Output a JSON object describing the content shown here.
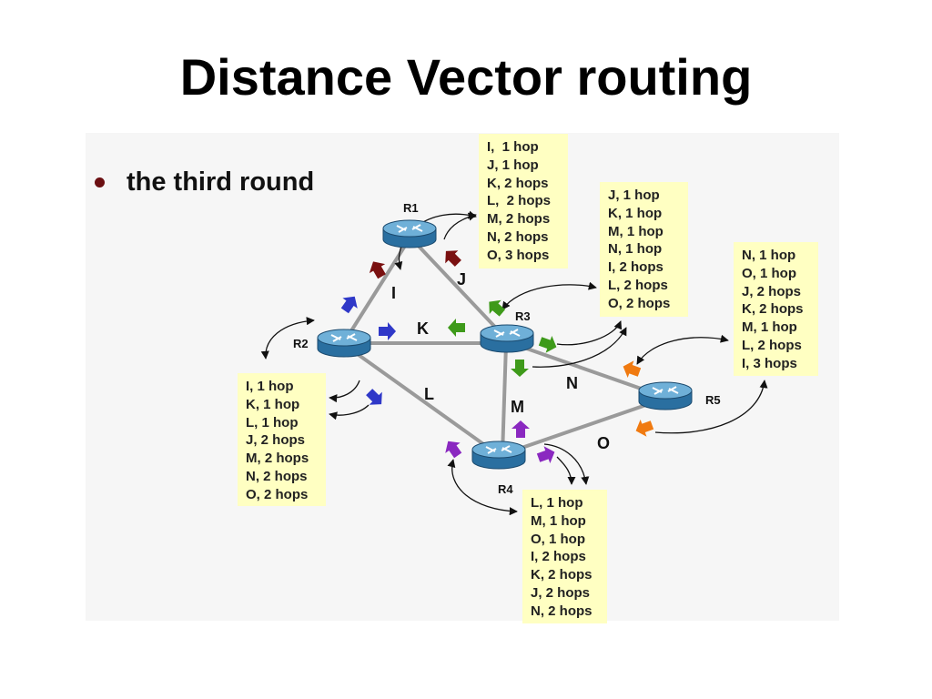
{
  "title": "Distance Vector routing",
  "bullet": "the third round",
  "colors": {
    "R1": "#7a1010",
    "R2": "#2f38c8",
    "R3": "#3e9a1a",
    "R4": "#8a28c0",
    "R5": "#f07a10",
    "table_bg": "#ffffc2",
    "link": "#9a9a9a",
    "router_body": "#2a6fa0"
  },
  "routers": [
    {
      "id": "R1",
      "label": "R1"
    },
    {
      "id": "R2",
      "label": "R2"
    },
    {
      "id": "R3",
      "label": "R3"
    },
    {
      "id": "R4",
      "label": "R4"
    },
    {
      "id": "R5",
      "label": "R5"
    }
  ],
  "links": [
    {
      "label": "I"
    },
    {
      "label": "J"
    },
    {
      "label": "K"
    },
    {
      "label": "L"
    },
    {
      "label": "M"
    },
    {
      "label": "N"
    },
    {
      "label": "O"
    }
  ],
  "tables": {
    "R1": [
      "I,  1 hop",
      "J, 1 hop",
      "K, 2 hops",
      "L,  2 hops",
      "M, 2 hops",
      "N, 2 hops",
      "O, 3 hops"
    ],
    "R3": [
      "J, 1 hop",
      "K, 1 hop",
      "M, 1 hop",
      "N, 1 hop",
      "I, 2 hops",
      "L, 2 hops",
      "O, 2 hops"
    ],
    "R5": [
      "N, 1 hop",
      "O, 1 hop",
      "J, 2 hops",
      "K, 2 hops",
      "M, 1 hop",
      "L, 2 hops",
      "I, 3 hops"
    ],
    "R2": [
      "I, 1 hop",
      "K, 1 hop",
      "L, 1 hop",
      "J, 2 hops",
      "M, 2 hops",
      "N, 2 hops",
      "O, 2 hops"
    ],
    "R4": [
      "L, 1 hop",
      "M, 1 hop",
      "O, 1 hop",
      "I, 2 hops",
      "K, 2 hops",
      "J, 2 hops",
      "N, 2 hops"
    ]
  }
}
